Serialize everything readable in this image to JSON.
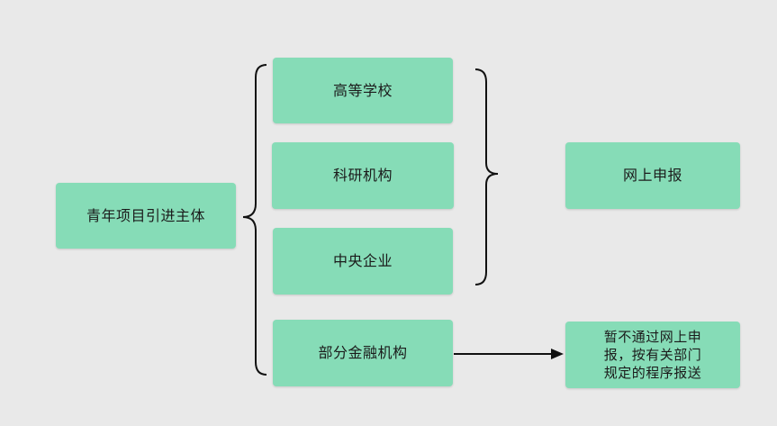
{
  "diagram": {
    "root": "青年项目引进主体",
    "entities": [
      {
        "id": "univ",
        "label": "高等学校"
      },
      {
        "id": "res",
        "label": "科研机构"
      },
      {
        "id": "soe",
        "label": "中央企业"
      },
      {
        "id": "fin",
        "label": "部分金融机构"
      }
    ],
    "online": "网上申报",
    "other": "暂不通过网上申报，按有关部门规定的程序报送"
  },
  "colors": {
    "background": "#e9e9e9",
    "box_fill": "#86dcb7",
    "line": "#111111"
  }
}
